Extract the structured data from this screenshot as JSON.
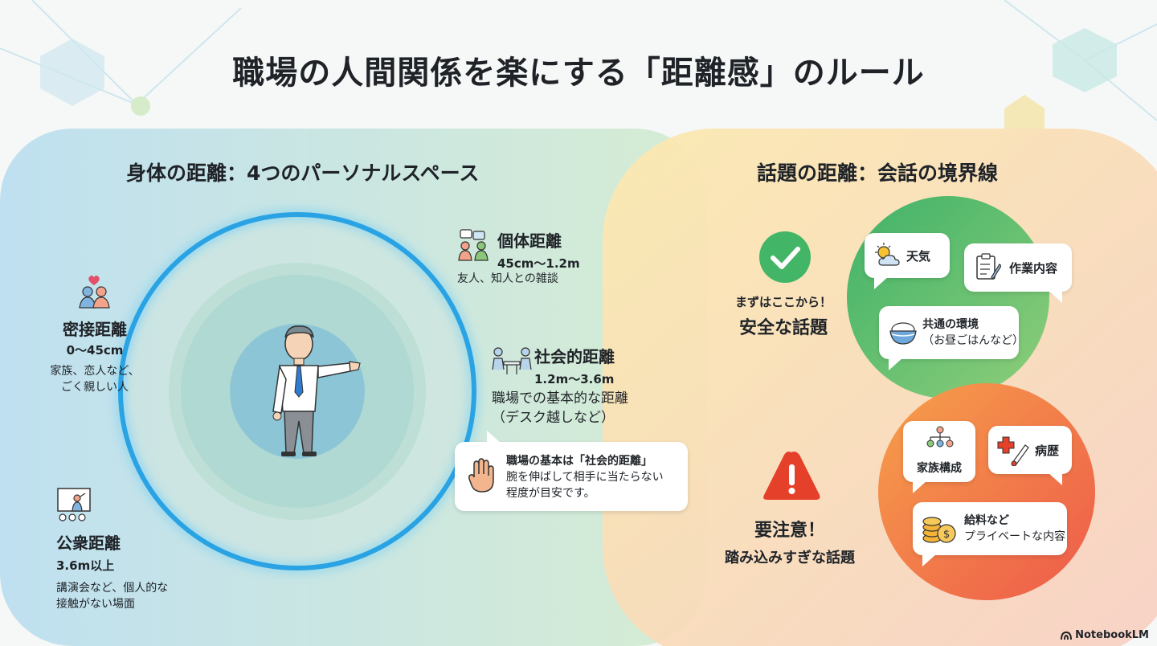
{
  "title": "職場の人間関係を楽にする「距離感」のルール",
  "physical": {
    "heading": "身体の距離：4つのパーソナルスペース",
    "intimate": {
      "name": "密接距離",
      "range": "0〜45cm",
      "desc1": "家族、恋人など、",
      "desc2": "ごく親しい人"
    },
    "personal": {
      "name": "個体距離",
      "range": "45cm〜1.2m",
      "desc1": "友人、知人との雑談"
    },
    "social": {
      "name": "社会的距離",
      "range": "1.2m〜3.6m",
      "desc1": "職場での基本的な距離",
      "desc2": "（デスク越しなど）"
    },
    "public": {
      "name": "公衆距離",
      "range": "3.6m以上",
      "desc1": "講演会など、個人的な",
      "desc2": "接触がない場面"
    },
    "tip": {
      "line1": "職場の基本は「社会的距離」",
      "line2": "腕を伸ばして相手に当たらない",
      "line3": "程度が目安です。"
    }
  },
  "topics": {
    "heading": "話題の距離：会話の境界線",
    "safe": {
      "sub": "まずはここから！",
      "label": "安全な話題",
      "items": [
        "天気",
        "作業内容",
        "共通の環境",
        "（お昼ごはんなど）"
      ]
    },
    "caution": {
      "sub": "要注意！",
      "label": "踏み込みすぎな話題",
      "items": [
        "家族構成",
        "病歴",
        "給料など",
        "プライベートな内容"
      ]
    }
  },
  "brand": "NotebookLM",
  "colors": {
    "safe_green": "#43b566",
    "caution_red": "#e4402a",
    "ring_blue": "#2aa3e4"
  }
}
